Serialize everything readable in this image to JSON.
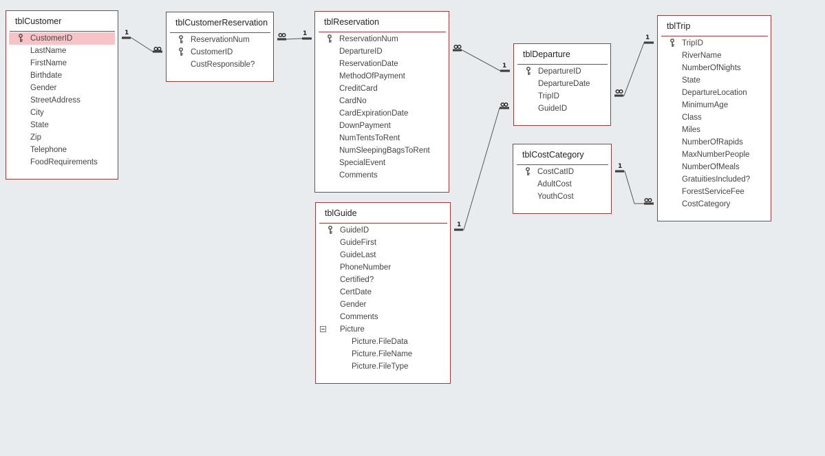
{
  "tables": {
    "customer": {
      "title": "tblCustomer",
      "fields": [
        "CustomerID",
        "LastName",
        "FirstName",
        "Birthdate",
        "Gender",
        "StreetAddress",
        "City",
        "State",
        "Zip",
        "Telephone",
        "FoodRequirements"
      ]
    },
    "customer_reservation": {
      "title": "tblCustomerReservation",
      "fields": [
        "ReservationNum",
        "CustomerID",
        "CustResponsible?"
      ]
    },
    "reservation": {
      "title": "tblReservation",
      "fields": [
        "ReservationNum",
        "DepartureID",
        "ReservationDate",
        "MethodOfPayment",
        "CreditCard",
        "CardNo",
        "CardExpirationDate",
        "DownPayment",
        "NumTentsToRent",
        "NumSleepingBagsToRent",
        "SpecialEvent",
        "Comments"
      ]
    },
    "guide": {
      "title": "tblGuide",
      "fields": [
        "GuideID",
        "GuideFirst",
        "GuideLast",
        "PhoneNumber",
        "Certified?",
        "CertDate",
        "Gender",
        "Comments",
        "Picture",
        "Picture.FileData",
        "Picture.FileName",
        "Picture.FileType"
      ]
    },
    "departure": {
      "title": "tblDeparture",
      "fields": [
        "DepartureID",
        "DepartureDate",
        "TripID",
        "GuideID"
      ]
    },
    "cost_category": {
      "title": "tblCostCategory",
      "fields": [
        "CostCatID",
        "AdultCost",
        "YouthCost"
      ]
    },
    "trip": {
      "title": "tblTrip",
      "fields": [
        "TripID",
        "RiverName",
        "NumberOfNights",
        "State",
        "DepartureLocation",
        "MinimumAge",
        "Class",
        "Miles",
        "NumberOfRapids",
        "MaxNumberPeople",
        "NumberOfMeals",
        "GratuitiesIncluded?",
        "ForestServiceFee",
        "CostCategory"
      ]
    }
  },
  "relationship_labels": {
    "one": "1"
  },
  "colors": {
    "background": "#e9ecef",
    "table_border": "#a4373a",
    "selected_row": "#f7c3c7",
    "relationship_line": "#555555"
  },
  "icons": {
    "primary_key": "key-icon",
    "expand_collapse": "collapse-icon",
    "many_symbol": "infinity-icon"
  }
}
